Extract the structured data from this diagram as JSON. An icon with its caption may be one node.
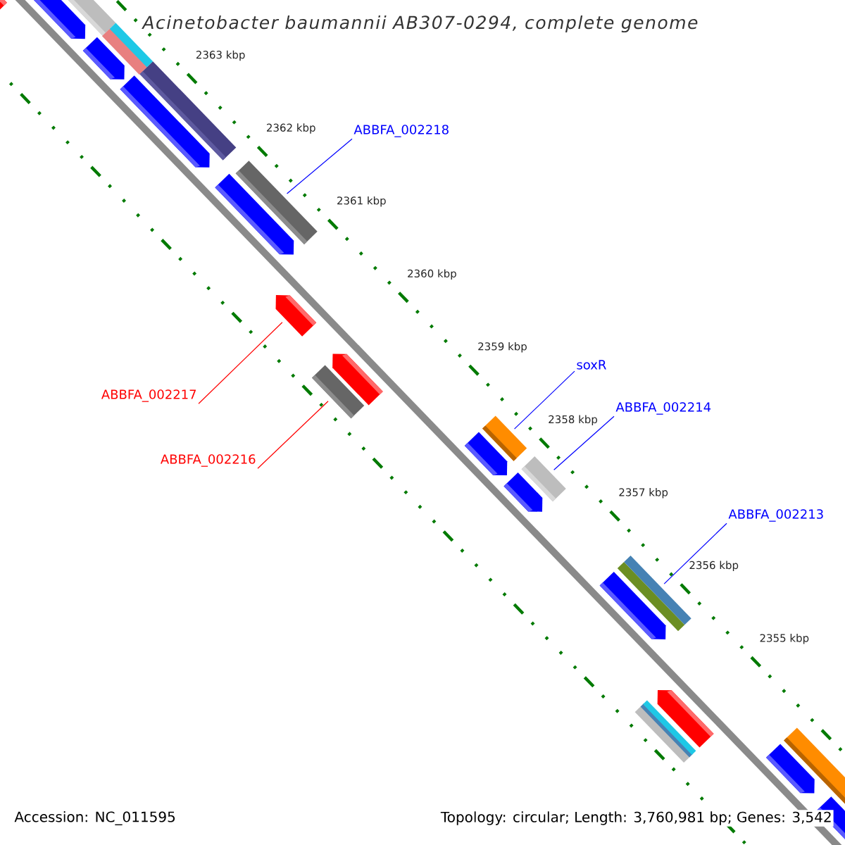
{
  "diagram": {
    "title": "Acinetobacter baumannii AB307-0294, complete genome",
    "nodes": [
      {
        "text": [
          "ABBFA_002218"
        ]
      },
      {
        "text": [],
        "shape": "bar"
      },
      {
        "text": [
          "ABBFA_002217"
        ]
      },
      {
        "text": [],
        "shape": "arrow"
      },
      {
        "text": [
          "ABBFA_002216"
        ]
      },
      {
        "text": [],
        "shape": "bar"
      },
      {
        "text": [
          "soxR"
        ]
      },
      {
        "text": [],
        "shape": "bar"
      },
      {
        "text": [
          "ABBFA_002214"
        ]
      },
      {
        "text": [],
        "shape": "bar"
      },
      {
        "text": [
          "ABBFA_002213"
        ]
      },
      {
        "text": [],
        "shape": "bar"
      }
    ],
    "edges": [
      {
        "from": 0,
        "to": 1,
        "arrow": "none"
      },
      {
        "from": 2,
        "to": 3,
        "arrow": "none",
        "color": "#ff0000"
      },
      {
        "from": 4,
        "to": 5,
        "arrow": "none",
        "color": "#ff0000"
      },
      {
        "from": 6,
        "to": 7,
        "arrow": "none"
      },
      {
        "from": 8,
        "to": 9,
        "arrow": "none"
      },
      {
        "from": 10,
        "to": 11,
        "arrow": "none"
      }
    ],
    "labels": [
      "2363 kbp",
      "2362 kbp",
      "2361 kbp",
      "2360 kbp",
      "2359 kbp",
      "2358 kbp",
      "2357 kbp",
      "2356 kbp",
      "2355 kbp",
      "Accession: NC_011595",
      "Topology: circular; Length: 3,760,981 bp; Genes: 3,542"
    ]
  }
}
